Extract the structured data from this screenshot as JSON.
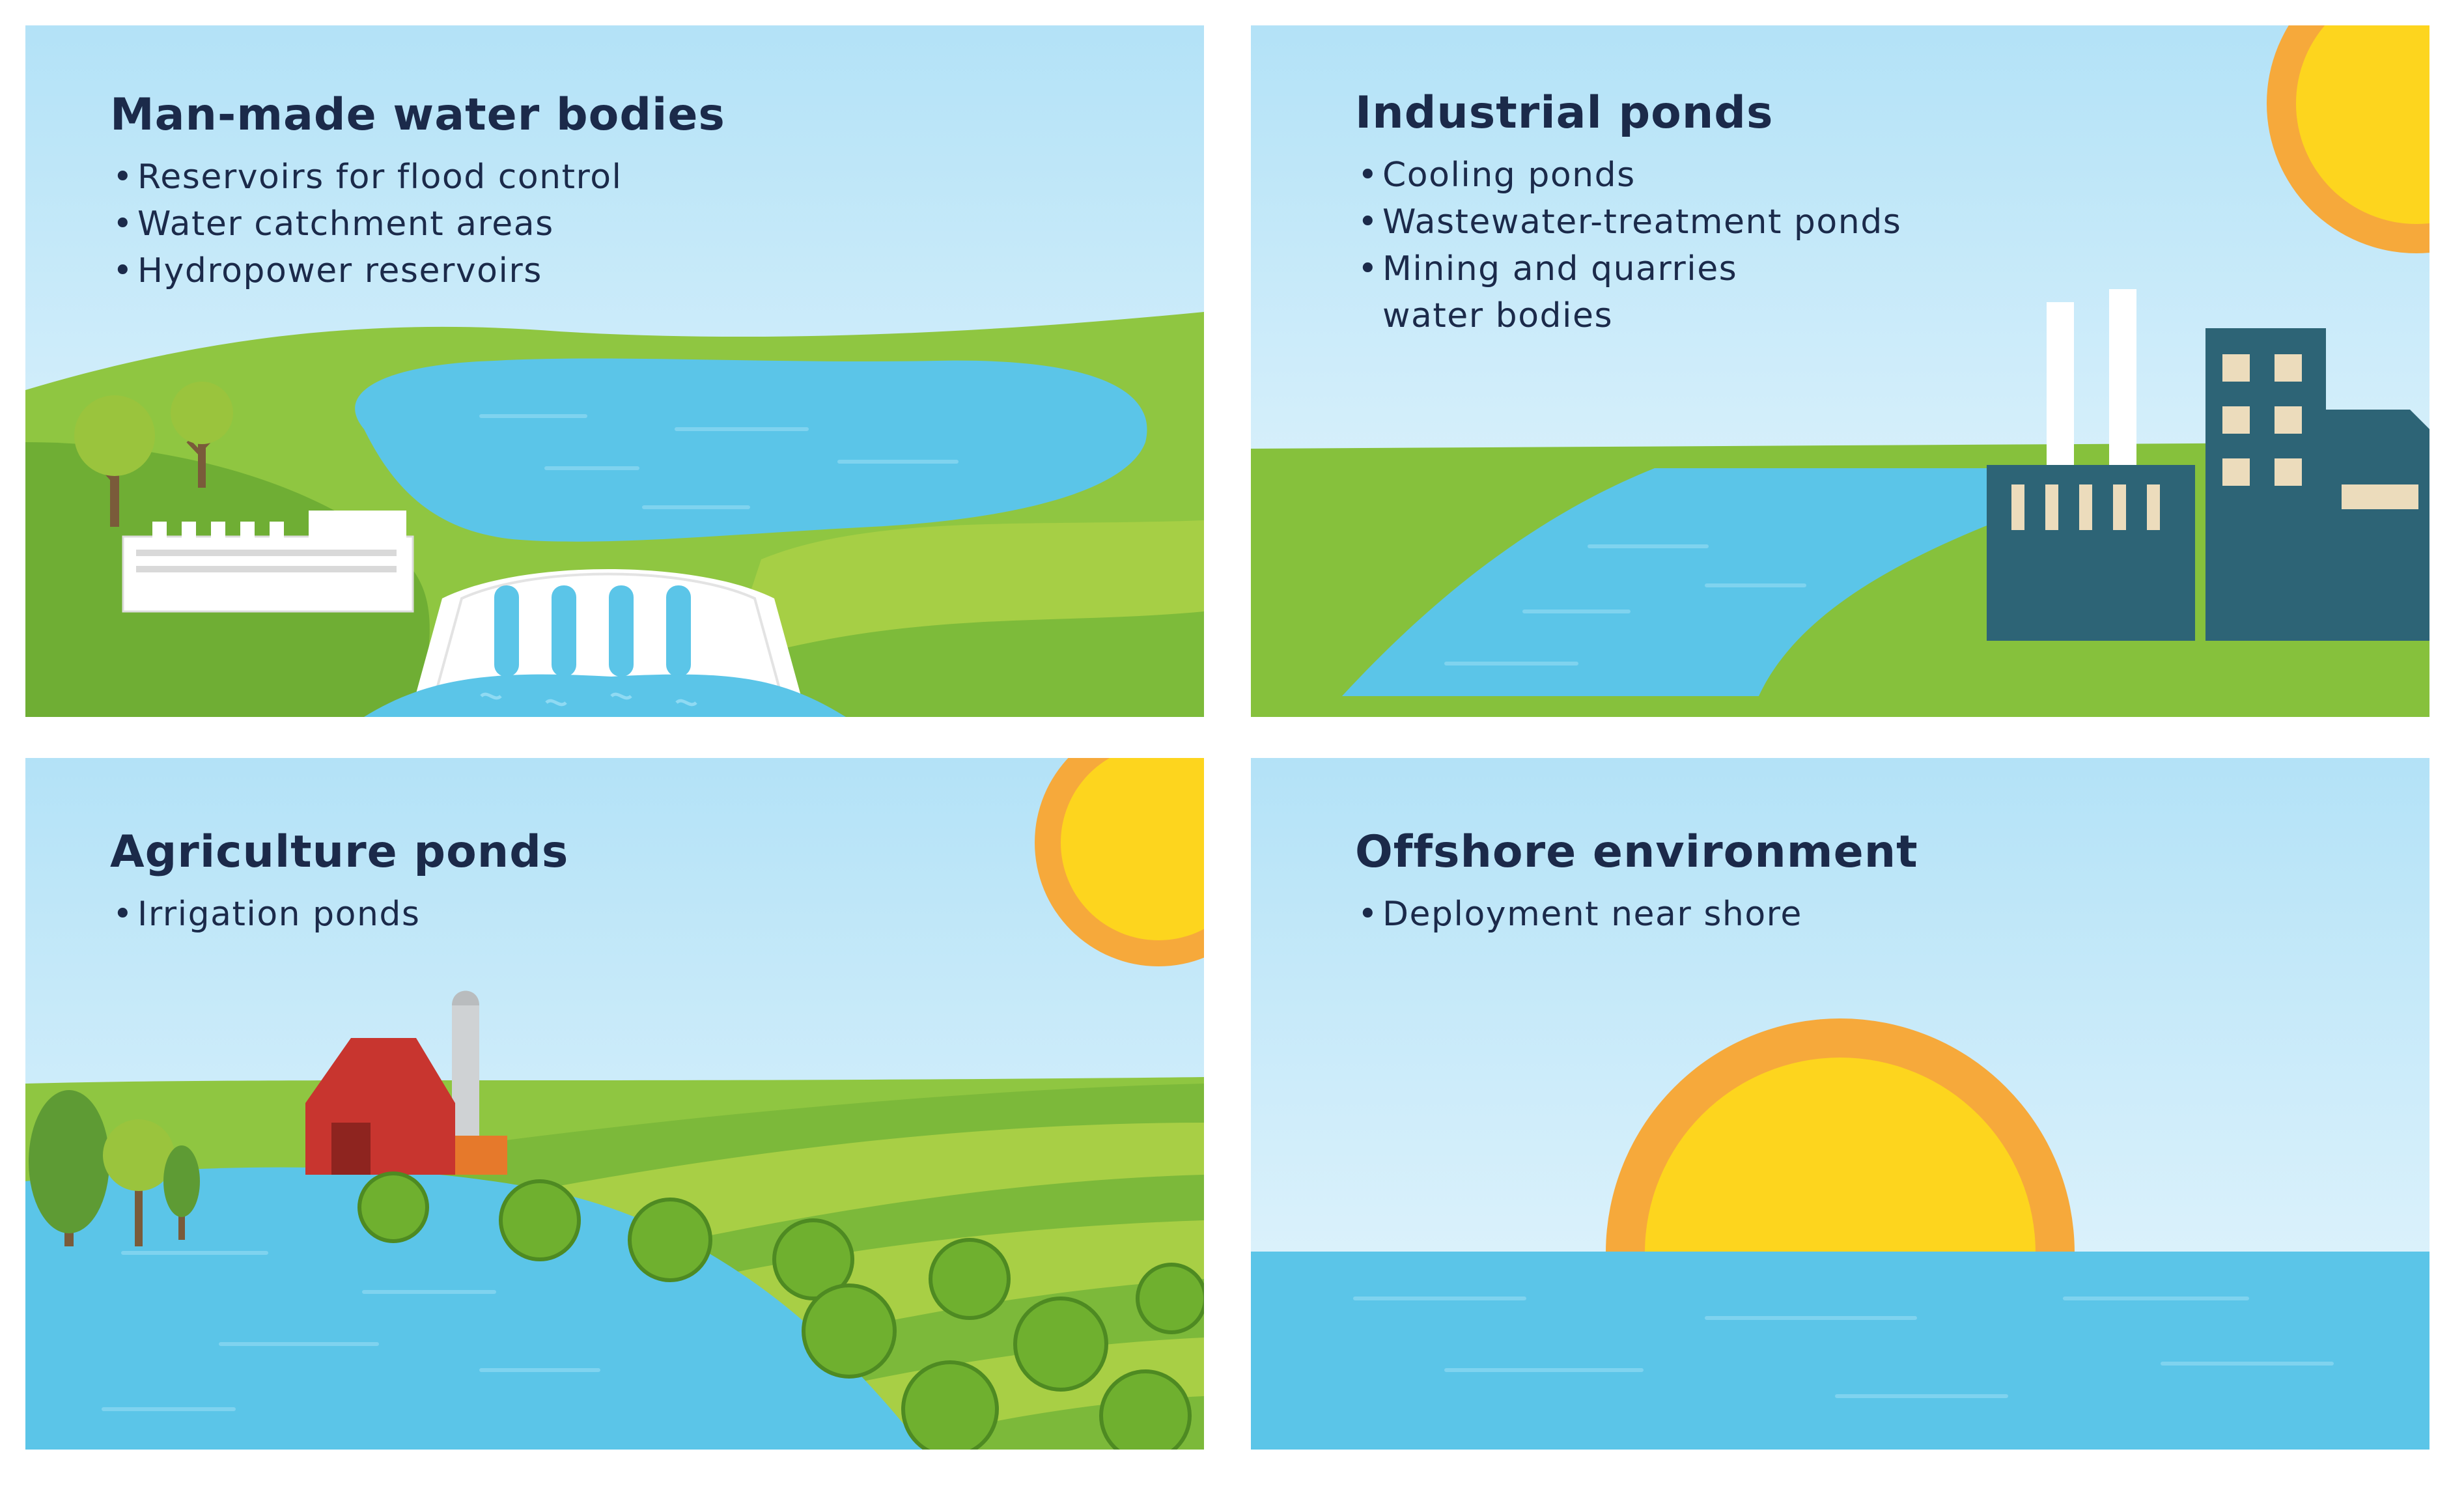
{
  "palette": {
    "sky_top": "#b9e5f8",
    "sky_bottom": "#e6f6fd",
    "water": "#5bc5e8",
    "grass_light": "#8fc641",
    "grass_dark": "#5f9b2e",
    "sun_core": "#fdd51e",
    "sun_rays": "#f6a93b",
    "factory": "#2d6476",
    "barn": "#c8352f",
    "text": "#1b2a4a"
  },
  "panels": [
    {
      "id": "man-made",
      "title": "Man-made water bodies",
      "items": [
        {
          "text": "Reservoirs for flood control"
        },
        {
          "text": "Water catchment areas"
        },
        {
          "text": "Hydropower reservoirs"
        }
      ]
    },
    {
      "id": "industrial",
      "title": "Industrial ponds",
      "items": [
        {
          "text": "Cooling ponds"
        },
        {
          "text": "Wastewater-treatment ponds"
        },
        {
          "text": "Mining and quarries"
        },
        {
          "text": "water bodies",
          "continuation": true
        }
      ]
    },
    {
      "id": "agriculture",
      "title": "Agriculture ponds",
      "items": [
        {
          "text": "Irrigation ponds"
        }
      ]
    },
    {
      "id": "offshore",
      "title": "Offshore environment",
      "items": [
        {
          "text": "Deployment near shore"
        }
      ]
    }
  ]
}
